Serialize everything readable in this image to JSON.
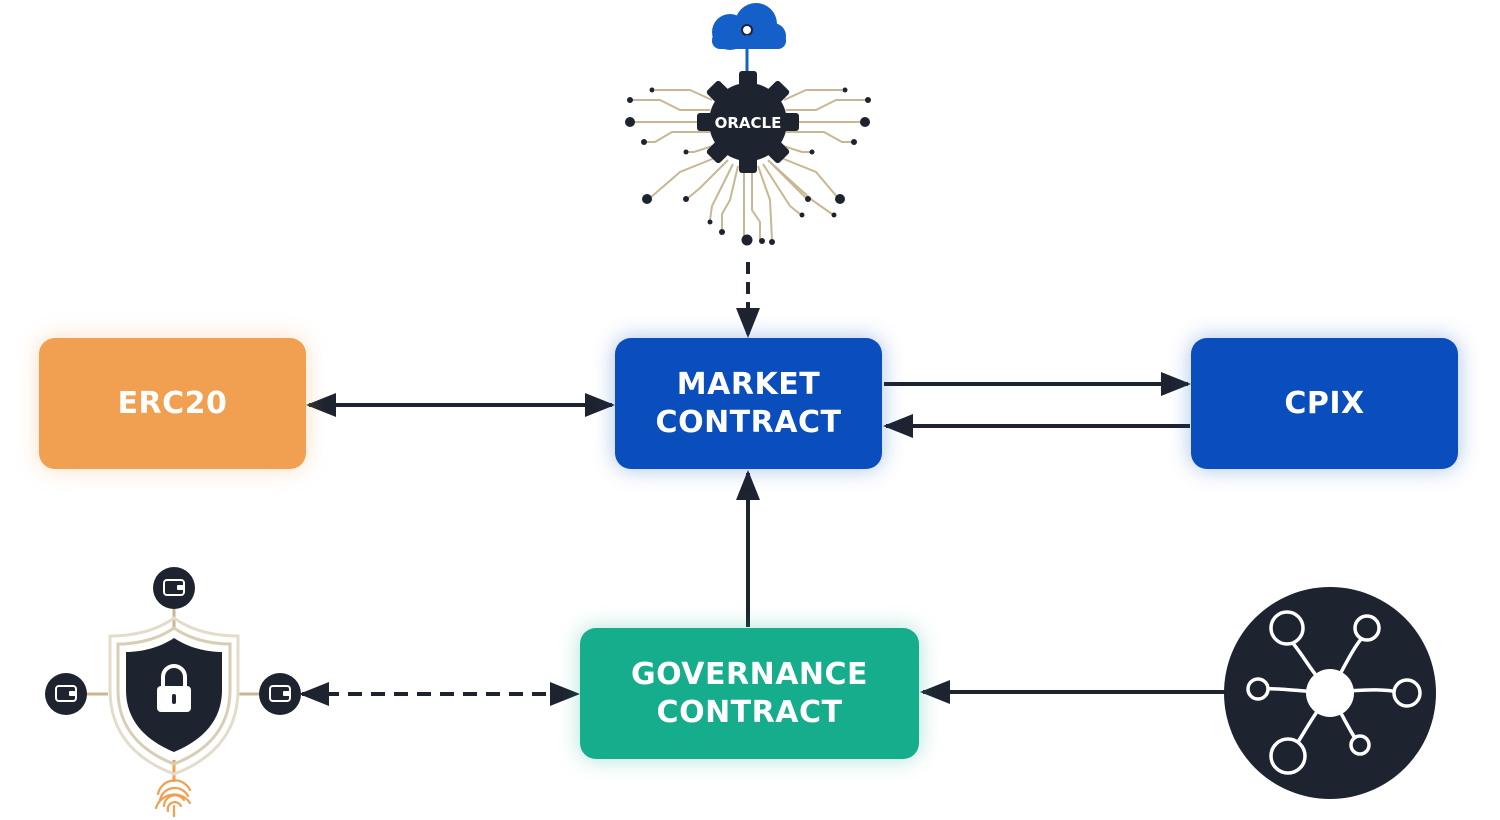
{
  "nodes": {
    "erc20": {
      "label": "ERC20"
    },
    "market_contract": {
      "line1": "MARKET",
      "line2": "CONTRACT"
    },
    "cpix": {
      "label": "CPIX"
    },
    "governance_contract": {
      "line1": "GOVERNANCE",
      "line2": "CONTRACT"
    },
    "oracle": {
      "label": "ORACLE"
    }
  },
  "icons": {
    "oracle": "cloud-gear-circuit-icon",
    "security": "shield-lock-wallet-fingerprint-icon",
    "network": "network-hub-icon"
  },
  "colors": {
    "orange": "#F0A050",
    "blue": "#0A4DBD",
    "green": "#15AD8C",
    "dark": "#1E2330",
    "gold": "#C8B792",
    "cloud": "#1560C8"
  },
  "edges": [
    {
      "from": "oracle",
      "to": "market_contract",
      "style": "dashed",
      "direction": "forward"
    },
    {
      "from": "erc20",
      "to": "market_contract",
      "style": "solid",
      "direction": "both"
    },
    {
      "from": "market_contract",
      "to": "cpix",
      "style": "solid",
      "direction": "forward"
    },
    {
      "from": "cpix",
      "to": "market_contract",
      "style": "solid",
      "direction": "forward"
    },
    {
      "from": "governance_contract",
      "to": "market_contract",
      "style": "solid",
      "direction": "forward"
    },
    {
      "from": "security",
      "to": "governance_contract",
      "style": "dashed",
      "direction": "both"
    },
    {
      "from": "network",
      "to": "governance_contract",
      "style": "solid",
      "direction": "forward"
    }
  ]
}
